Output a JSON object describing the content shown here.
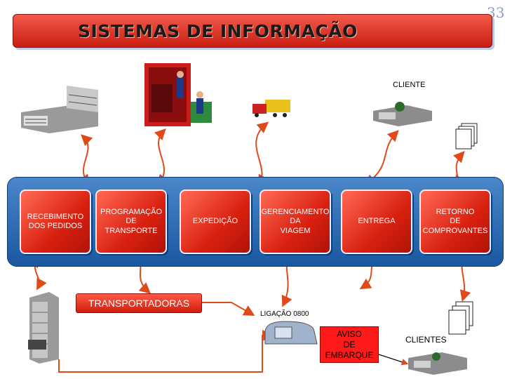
{
  "slide": {
    "title": "SISTEMAS DE INFORMAÇÃO",
    "page_number": "33"
  },
  "processes": [
    {
      "label": "RECEBIMENTO\nDOS PEDIDOS"
    },
    {
      "label": "PROGRAMAÇÃO\nDE\nTRANSPORTE"
    },
    {
      "label": "EXPEDIÇÃO"
    },
    {
      "label": "GERENCIAMENTO\nDA\nVIAGEM"
    },
    {
      "label": "ENTREGA"
    },
    {
      "label": "RETORNO\nDE\nCOMPROVANTES"
    }
  ],
  "labels": {
    "cliente": "CLIENTE",
    "transportadoras": "TRANSPORTADORAS",
    "ligacao": "LIGAÇÃO 0800",
    "aviso": "AVISO\nDE\nEMBARQUE",
    "clientes": "CLIENTES"
  },
  "icons": [
    "factory-icon",
    "loading-dock-icon",
    "truck-icon",
    "customer-building-icon",
    "document-icon",
    "document-stack-icon",
    "office-tower-icon",
    "telephone-icon"
  ],
  "colors": {
    "process": "#d9200f",
    "band": "#1a57a0",
    "arrow": "#e04a1a",
    "title": "#c81e12"
  }
}
